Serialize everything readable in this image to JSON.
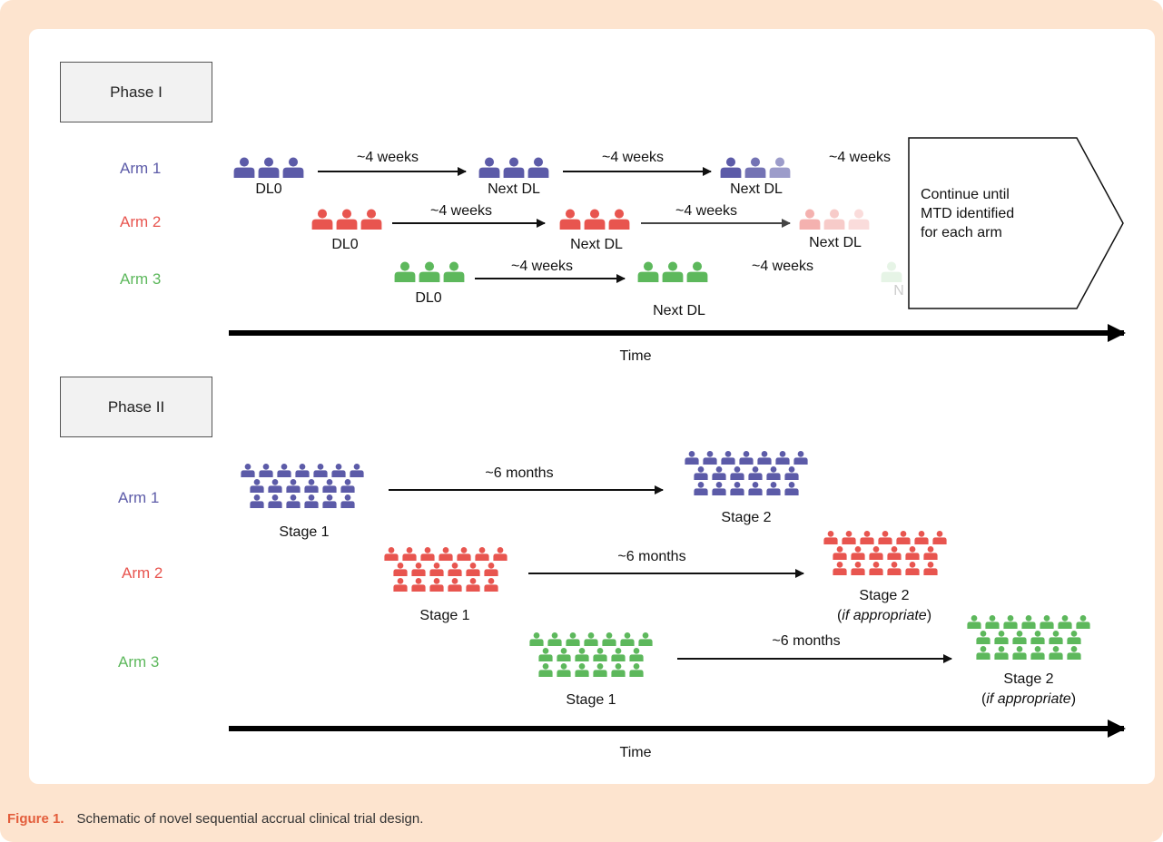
{
  "phase1": {
    "title": "Phase I",
    "arms": [
      {
        "name": "Arm 1",
        "color": "#5c5ba8",
        "dl0": "DL0",
        "next1": "Next DL",
        "next2": "Next DL",
        "interval": "~4 weeks"
      },
      {
        "name": "Arm 2",
        "color": "#e8554f",
        "dl0": "DL0",
        "next1": "Next DL",
        "next2": "Next DL",
        "interval": "~4 weeks"
      },
      {
        "name": "Arm 3",
        "color": "#5db85c",
        "dl0": "DL0",
        "next1": "Next DL",
        "next2": "N",
        "interval": "~4 weeks"
      }
    ],
    "continue_lines": [
      "Continue until",
      "MTD identified",
      "for each arm"
    ],
    "time_label": "Time"
  },
  "phase2": {
    "title": "Phase II",
    "arms": [
      {
        "name": "Arm 1",
        "color": "#5c5ba8",
        "stage1": "Stage 1",
        "stage2": "Stage 2",
        "note": "",
        "interval": "~6 months"
      },
      {
        "name": "Arm 2",
        "color": "#e8554f",
        "stage1": "Stage 1",
        "stage2": "Stage 2",
        "note": "if appropriate",
        "interval": "~6 months"
      },
      {
        "name": "Arm 3",
        "color": "#5db85c",
        "stage1": "Stage 1",
        "stage2": "Stage 2",
        "note": "if appropriate",
        "interval": "~6 months"
      }
    ],
    "time_label": "Time"
  },
  "caption": {
    "label": "Figure 1.",
    "text": "Schematic of novel sequential accrual clinical trial design."
  },
  "colors": {
    "frame": "#fde4cf",
    "caption_label": "#e35d3b"
  }
}
